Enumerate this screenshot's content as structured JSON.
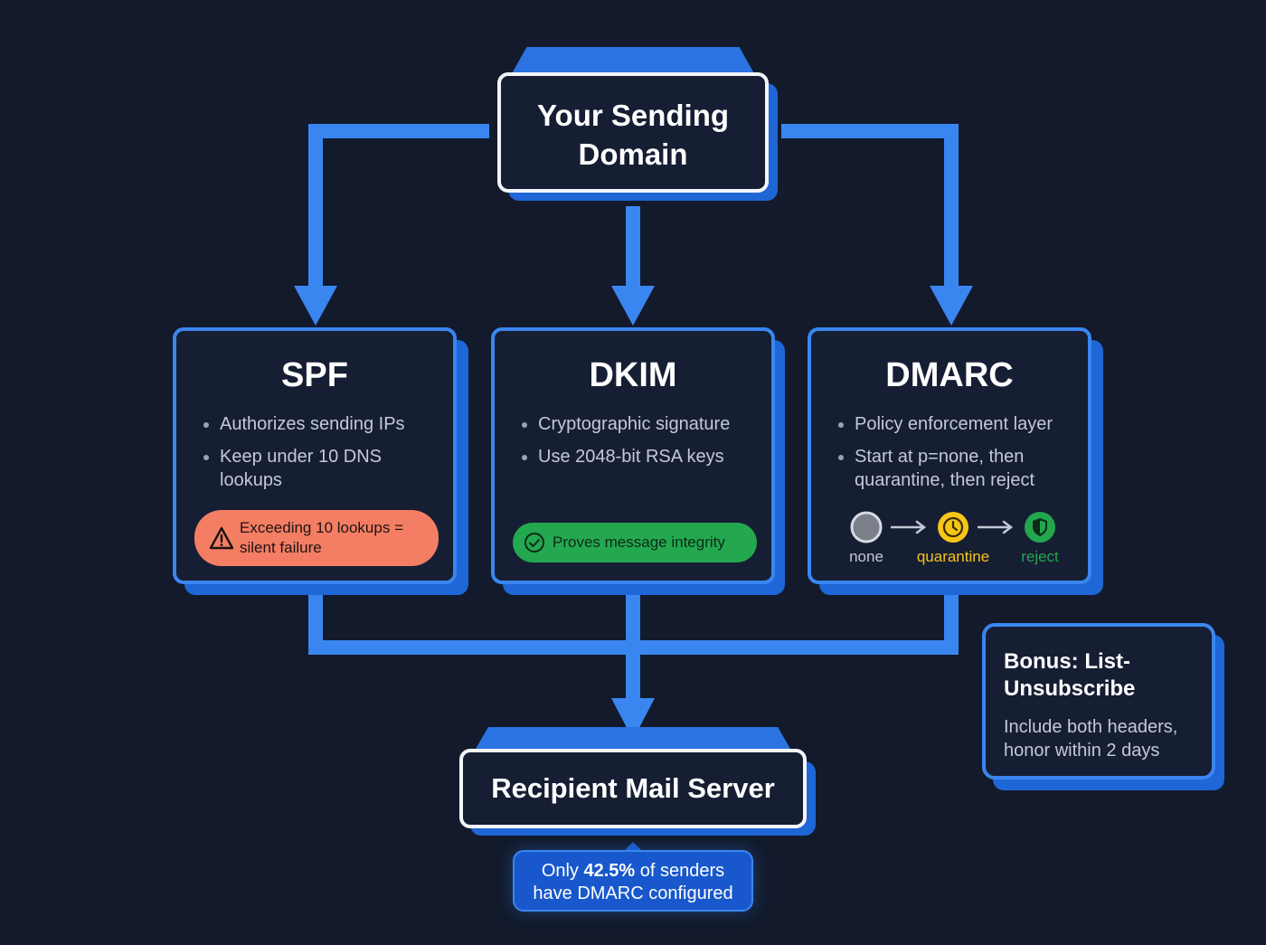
{
  "source": {
    "title": "Your Sending Domain"
  },
  "nodes": [
    {
      "title": "SPF",
      "bullets": [
        "Authorizes sending IPs",
        "Keep under 10 DNS lookups"
      ],
      "callout": {
        "text": "Exceeding 10 lookups = silent failure",
        "icon": "warning-icon",
        "color": "#f47e63"
      }
    },
    {
      "title": "DKIM",
      "bullets": [
        "Cryptographic signature",
        "Use 2048-bit RSA keys"
      ],
      "callout": {
        "text": "Proves message integrity",
        "icon": "check-circle-icon",
        "color": "#23a84f"
      }
    },
    {
      "title": "DMARC",
      "bullets": [
        "Policy enforcement layer",
        "Start at p=none, then quarantine, then reject"
      ],
      "policy_steps": [
        {
          "label": "none",
          "icon": "gray-circle-icon",
          "color": "#7a7f8a"
        },
        {
          "label": "quarantine",
          "icon": "clock-icon",
          "color": "#f5c518"
        },
        {
          "label": "reject",
          "icon": "shield-icon",
          "color": "#22a64e"
        }
      ]
    }
  ],
  "bonus": {
    "title": "Bonus: List-Unsubscribe",
    "text": "Include both headers, honor within 2 days"
  },
  "destination": {
    "title": "Recipient Mail Server"
  },
  "stat": {
    "prefix": "Only ",
    "value": "42.5%",
    "suffix": " of senders",
    "line2": "have DMARC configured"
  },
  "colors": {
    "background": "#121a2c",
    "connector": "#3a86f0",
    "card": "#161e33",
    "border_white": "#f3f5fa",
    "accent_blue": "#1f66d6"
  }
}
